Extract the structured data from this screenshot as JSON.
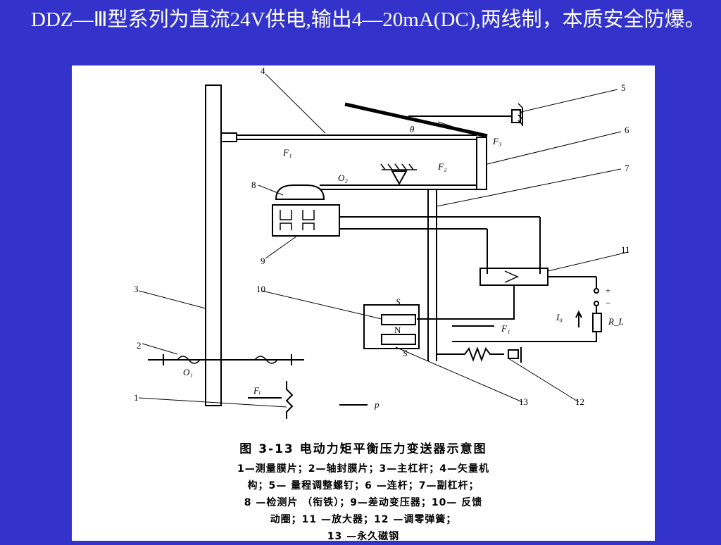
{
  "slide": {
    "text": "DDZ—Ⅲ型系列为直流24V供电,输出4—20mA(DC),两线制，本质安全防爆。"
  },
  "diagram": {
    "part_numbers": [
      "1",
      "2",
      "3",
      "4",
      "5",
      "6",
      "7",
      "8",
      "9",
      "10",
      "11",
      "12",
      "13"
    ],
    "symbols": {
      "f1_top": "F₁",
      "f3": "F₃",
      "f2": "F₂",
      "theta": "θ",
      "o2": "O₂",
      "o1": "O₁",
      "fi": "Fᵢ",
      "p": "p",
      "s_top": "S",
      "s_bottom": "S",
      "n": "N",
      "io": "I₀",
      "rl": "R_L",
      "f1_bottom": "F₁",
      "plus": "+",
      "minus": "−"
    },
    "caption": {
      "title": "图 3-13   电动力矩平衡压力变送器示意图",
      "lines": [
        "1—测量膜片；2—轴封膜片；3—主杠杆；4—矢量机",
        "构；5— 量程调整螺钉；6 —连杆；7—副杠杆；",
        "8 —检测片 （衔铁）；9—差动变压器；10— 反馈",
        "动圈；11 —放大器；12 —调零弹簧；",
        "13 —永久磁钢"
      ]
    }
  }
}
